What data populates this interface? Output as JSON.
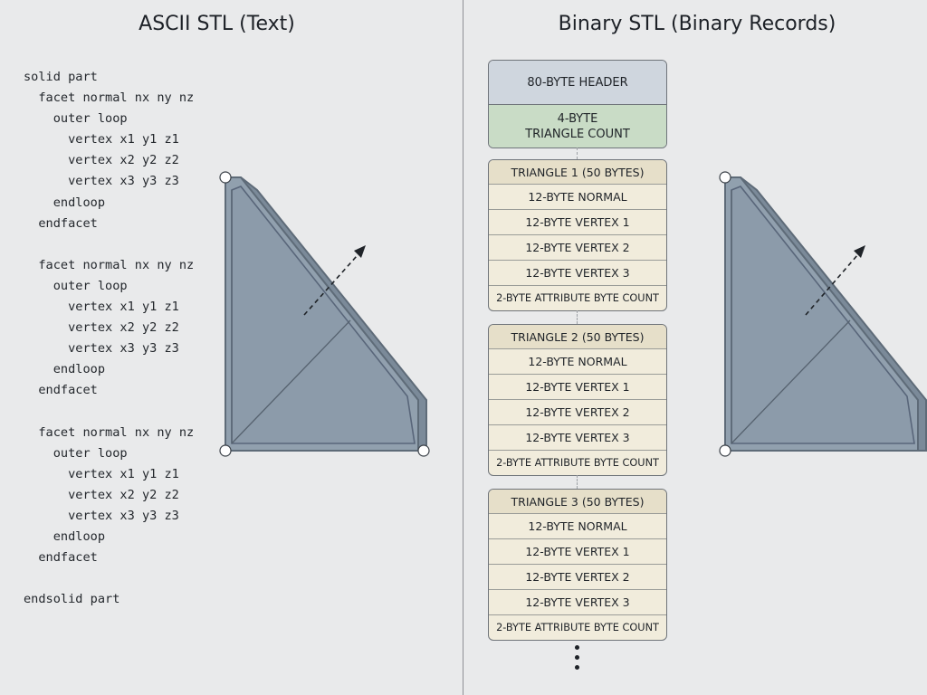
{
  "left_title": "ASCII STL (Text)",
  "right_title": "Binary STL (Binary Records)",
  "ascii_lines": [
    "solid part",
    "  facet normal nx ny nz",
    "    outer loop",
    "      vertex x1 y1 z1",
    "      vertex x2 y2 z2",
    "      vertex x3 y3 z3",
    "    endloop",
    "  endfacet",
    "",
    "  facet normal nx ny nz",
    "    outer loop",
    "      vertex x1 y1 z1",
    "      vertex x2 y2 z2",
    "      vertex x3 y3 z3",
    "    endloop",
    "  endfacet",
    "",
    "  facet normal nx ny nz",
    "    outer loop",
    "      vertex x1 y1 z1",
    "      vertex x2 y2 z2",
    "      vertex x3 y3 z3",
    "    endloop",
    "  endfacet",
    "",
    "endsolid part"
  ],
  "binary": {
    "header": "80-BYTE HEADER",
    "count_line1": "4-BYTE",
    "count_line2": "TRIANGLE COUNT",
    "triangles": [
      {
        "title": "TRIANGLE 1 (50 BYTES)",
        "normal": "12-BYTE NORMAL",
        "v1": "12-BYTE VERTEX 1",
        "v2": "12-BYTE VERTEX 2",
        "v3": "12-BYTE VERTEX 3",
        "attr": "2-BYTE ATTRIBUTE BYTE COUNT"
      },
      {
        "title": "TRIANGLE 2 (50 BYTES)",
        "normal": "12-BYTE NORMAL",
        "v1": "12-BYTE VERTEX 1",
        "v2": "12-BYTE VERTEX 2",
        "v3": "12-BYTE VERTEX 3",
        "attr": "2-BYTE ATTRIBUTE BYTE COUNT"
      },
      {
        "title": "TRIANGLE 3 (50 BYTES)",
        "normal": "12-BYTE NORMAL",
        "v1": "12-BYTE VERTEX 1",
        "v2": "12-BYTE VERTEX 2",
        "v3": "12-BYTE VERTEX 3",
        "attr": "2-BYTE ATTRIBUTE BYTE COUNT"
      }
    ]
  },
  "colors": {
    "background": "#e9eaeb",
    "mesh_fill": "#8e9dab",
    "mesh_edge": "#5e6b78",
    "header_fill": "#cfd6de",
    "count_fill": "#c9dcc6",
    "triangle_header_fill": "#e6dfc9",
    "triangle_row_fill": "#f1ecdc"
  }
}
